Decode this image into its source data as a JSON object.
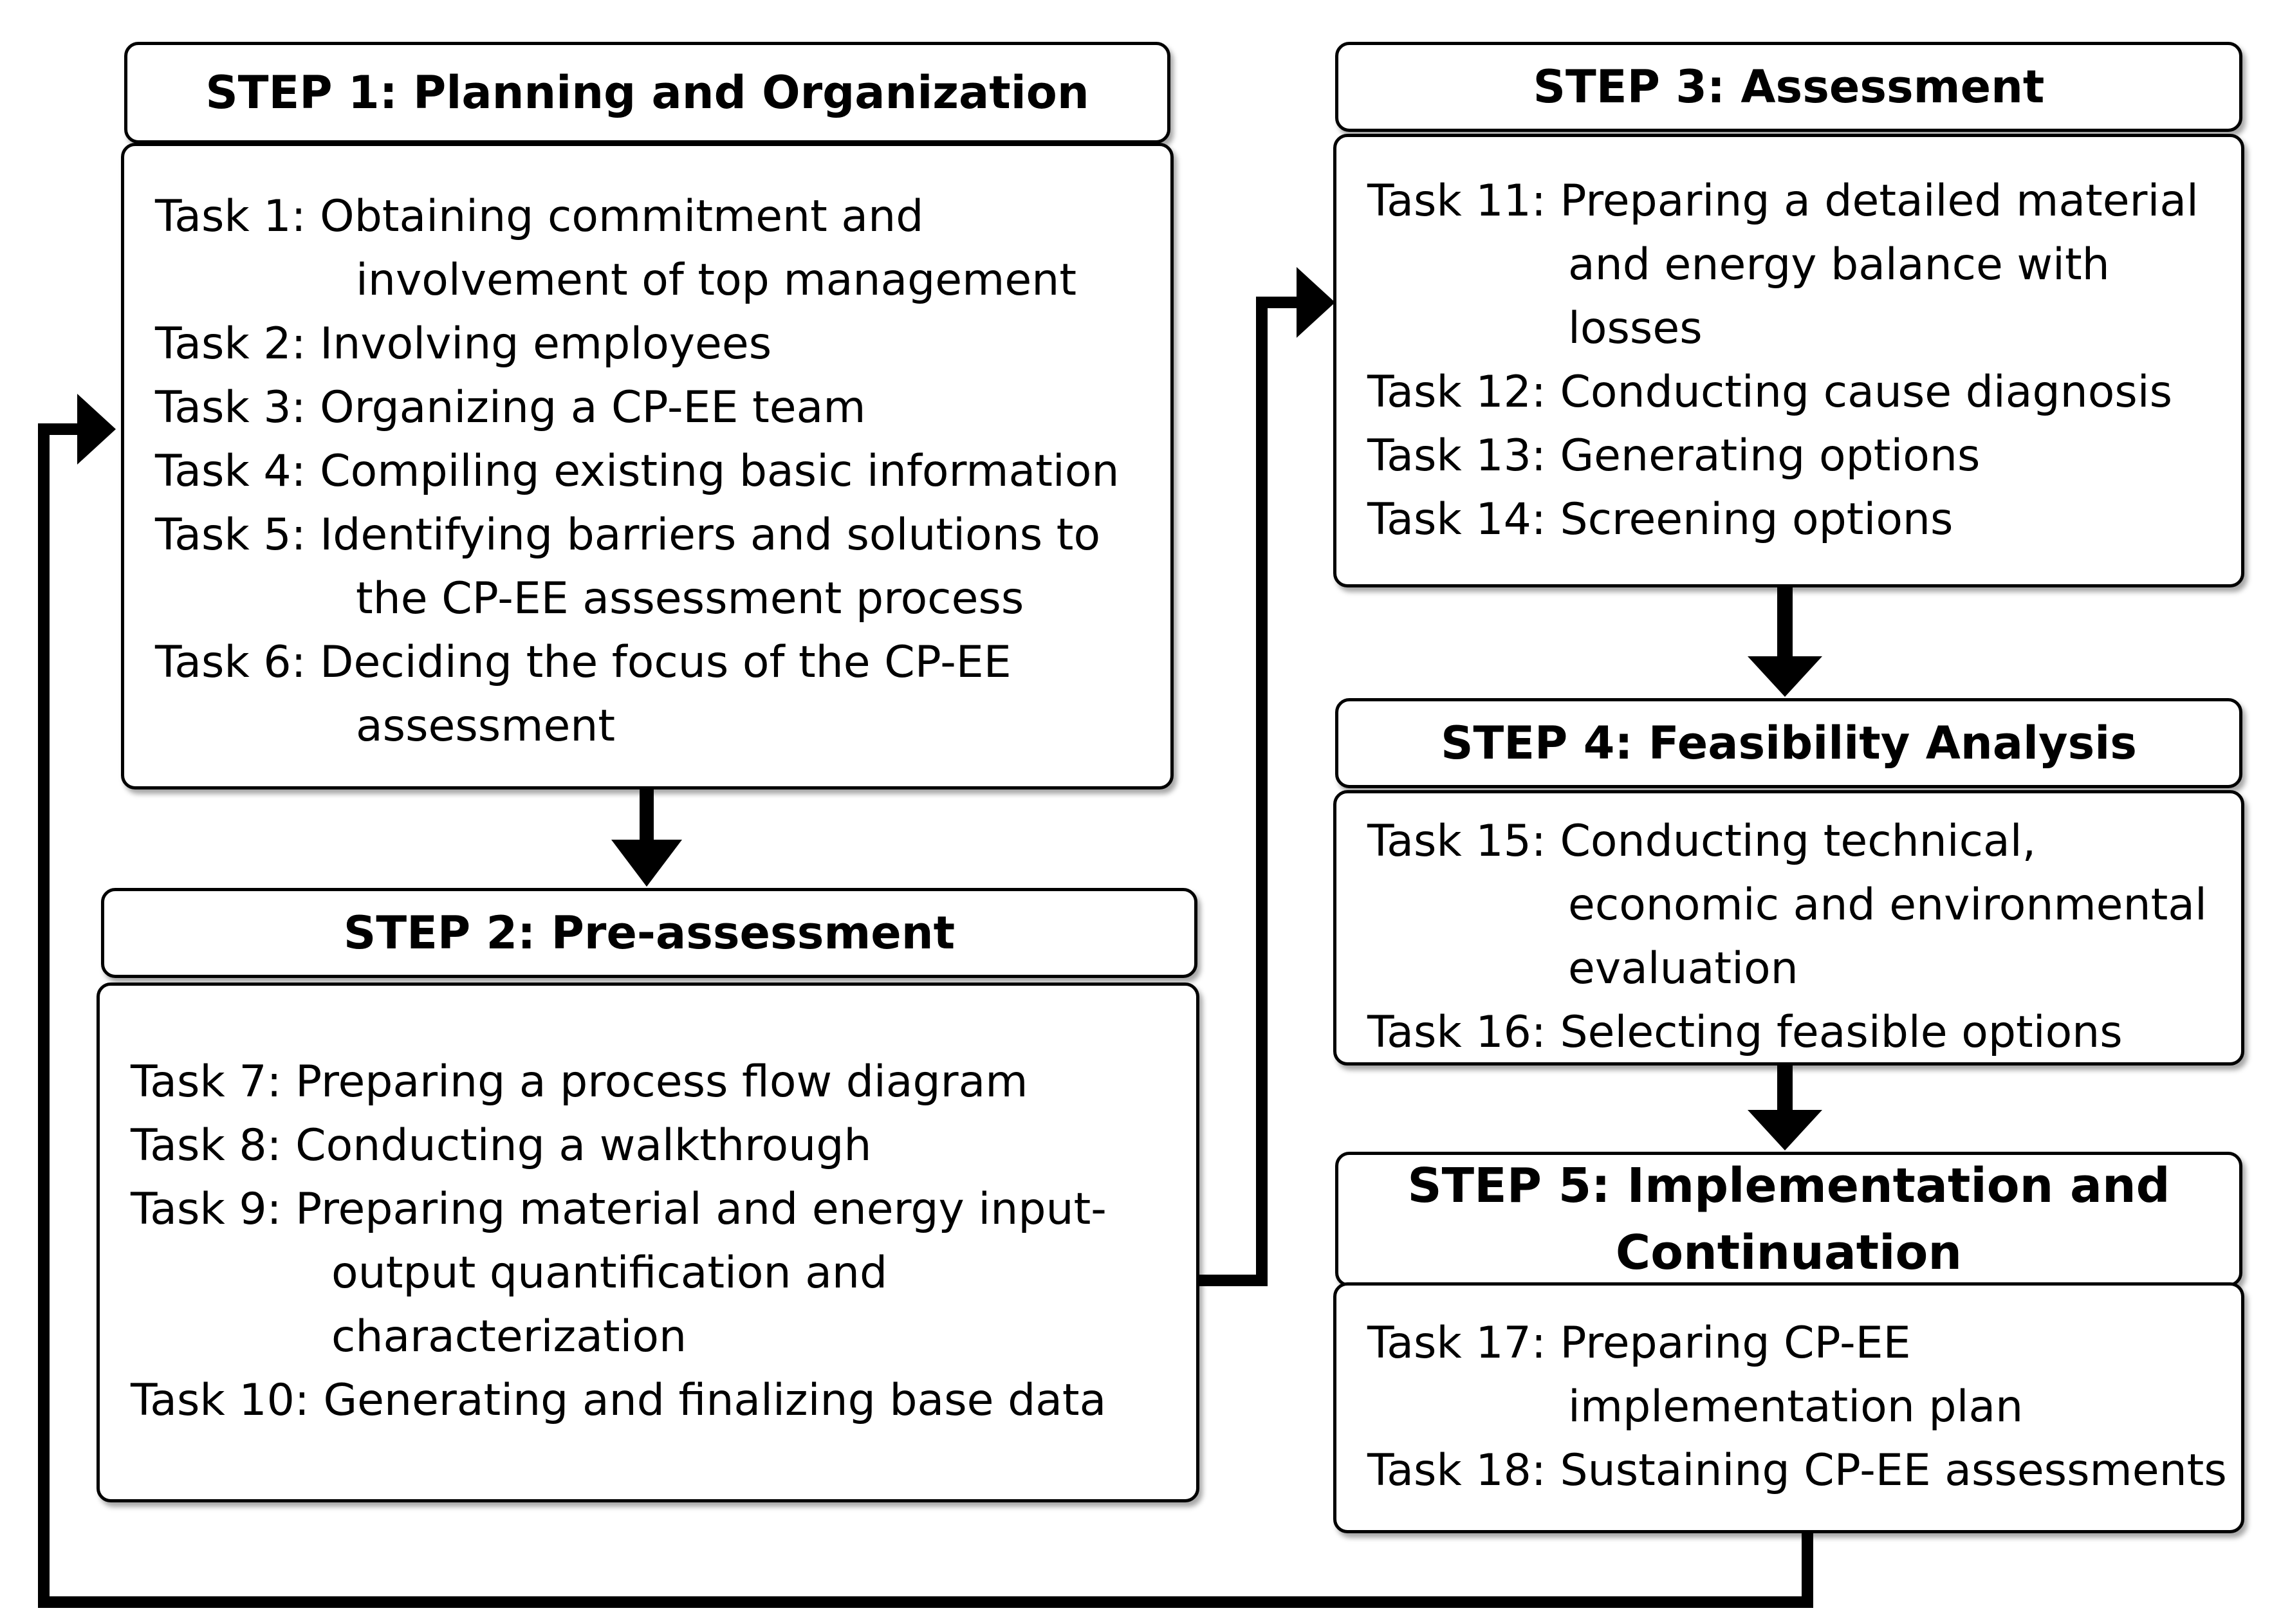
{
  "steps": [
    {
      "title": "STEP 1: Planning and Organization",
      "tasks": [
        {
          "label": "Task 1:",
          "lines": [
            "Obtaining commitment and",
            "involvement of top management"
          ]
        },
        {
          "label": "Task 2:",
          "lines": [
            "Involving employees"
          ]
        },
        {
          "label": "Task 3:",
          "lines": [
            "Organizing a CP-EE team"
          ]
        },
        {
          "label": "Task 4:",
          "lines": [
            "Compiling existing basic information"
          ]
        },
        {
          "label": "Task 5:",
          "lines": [
            "Identifying barriers and solutions to",
            "the CP-EE assessment process"
          ]
        },
        {
          "label": "Task 6:",
          "lines": [
            "Deciding the focus of the CP-EE",
            "assessment"
          ]
        }
      ]
    },
    {
      "title": "STEP 2: Pre-assessment",
      "tasks": [
        {
          "label": "Task 7:",
          "lines": [
            "Preparing a process flow diagram"
          ]
        },
        {
          "label": "Task 8:",
          "lines": [
            "Conducting a walkthrough"
          ]
        },
        {
          "label": "Task 9:",
          "lines": [
            "Preparing material and energy input-",
            "output quantification and",
            "characterization"
          ]
        },
        {
          "label": "Task 10:",
          "lines": [
            "Generating and finalizing base data"
          ]
        }
      ]
    },
    {
      "title": "STEP 3: Assessment",
      "tasks": [
        {
          "label": "Task 11:",
          "lines": [
            "Preparing a detailed material",
            "and energy balance with",
            "losses"
          ]
        },
        {
          "label": "Task 12:",
          "lines": [
            "Conducting cause diagnosis"
          ]
        },
        {
          "label": "Task 13:",
          "lines": [
            "Generating options"
          ]
        },
        {
          "label": "Task 14:",
          "lines": [
            "Screening options"
          ]
        }
      ]
    },
    {
      "title": "STEP 4: Feasibility Analysis",
      "tasks": [
        {
          "label": "Task 15:",
          "lines": [
            "Conducting technical,",
            "economic and environmental",
            "evaluation"
          ]
        },
        {
          "label": "Task 16:",
          "lines": [
            "Selecting feasible options"
          ]
        }
      ]
    },
    {
      "title": "STEP 5: Implementation and Continuation",
      "title_lines": [
        "STEP 5: Implementation and",
        "Continuation"
      ],
      "tasks": [
        {
          "label": "Task 17:",
          "lines": [
            "Preparing CP-EE",
            "implementation plan"
          ]
        },
        {
          "label": "Task 18:",
          "lines": [
            "Sustaining CP-EE assessments"
          ]
        }
      ]
    }
  ]
}
